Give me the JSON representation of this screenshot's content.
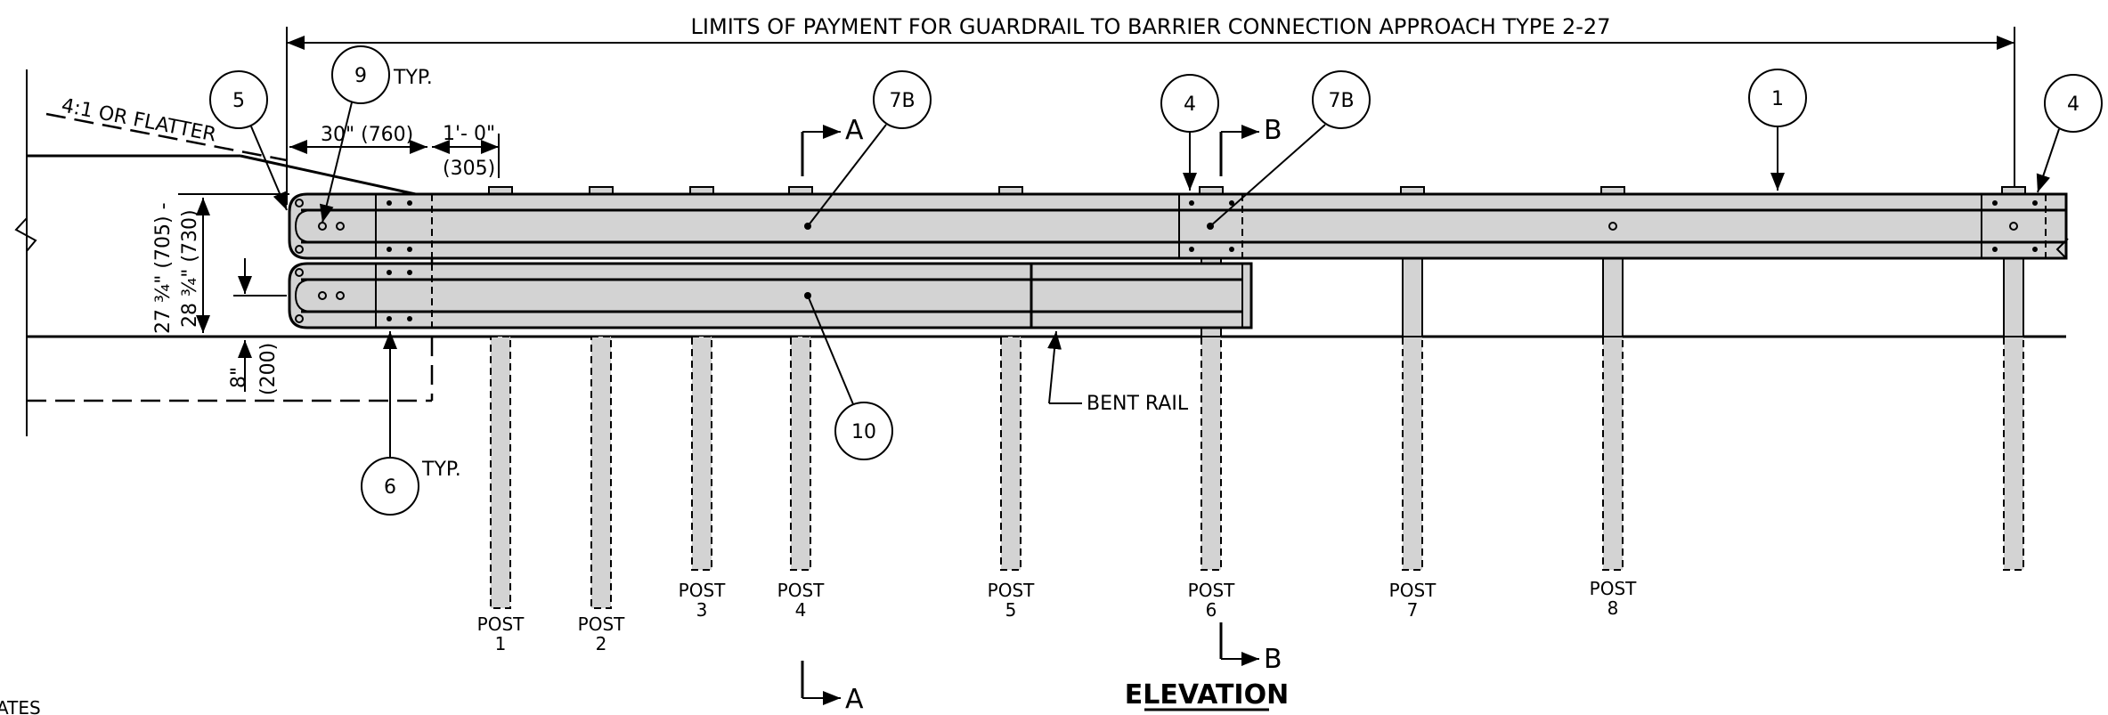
{
  "limits_of_payment": "LIMITS OF PAYMENT FOR GUARDRAIL TO BARRIER CONNECTION APPROACH TYPE 2-27",
  "slope_note": "4:1 OR FLATTER",
  "dim_30": "30\" (760)",
  "dim_1ft": "1'- 0\"",
  "dim_1ft_mm": "(305)",
  "dim_height_a": "27 ¾\" (705) -",
  "dim_height_b": "28 ¾\" (730)",
  "dim_8": "8\"",
  "dim_8_mm": "(200)",
  "typ_label": "TYP.",
  "bent_rail": "BENT RAIL",
  "elevation": "ELEVATION",
  "section_a": "A",
  "section_b": "B",
  "partial_text": "ATES",
  "callouts": {
    "c5": "5",
    "c9": "9",
    "c7b_a": "7B",
    "c4_mid": "4",
    "c7b_b": "7B",
    "c1": "1",
    "c4_right": "4",
    "c10": "10",
    "c6": "6"
  },
  "posts": [
    {
      "word": "POST",
      "num": "1"
    },
    {
      "word": "POST",
      "num": "2"
    },
    {
      "word": "POST",
      "num": "3"
    },
    {
      "word": "POST",
      "num": "4"
    },
    {
      "word": "POST",
      "num": "5"
    },
    {
      "word": "POST",
      "num": "6"
    },
    {
      "word": "POST",
      "num": "7"
    },
    {
      "word": "POST",
      "num": "8"
    }
  ]
}
